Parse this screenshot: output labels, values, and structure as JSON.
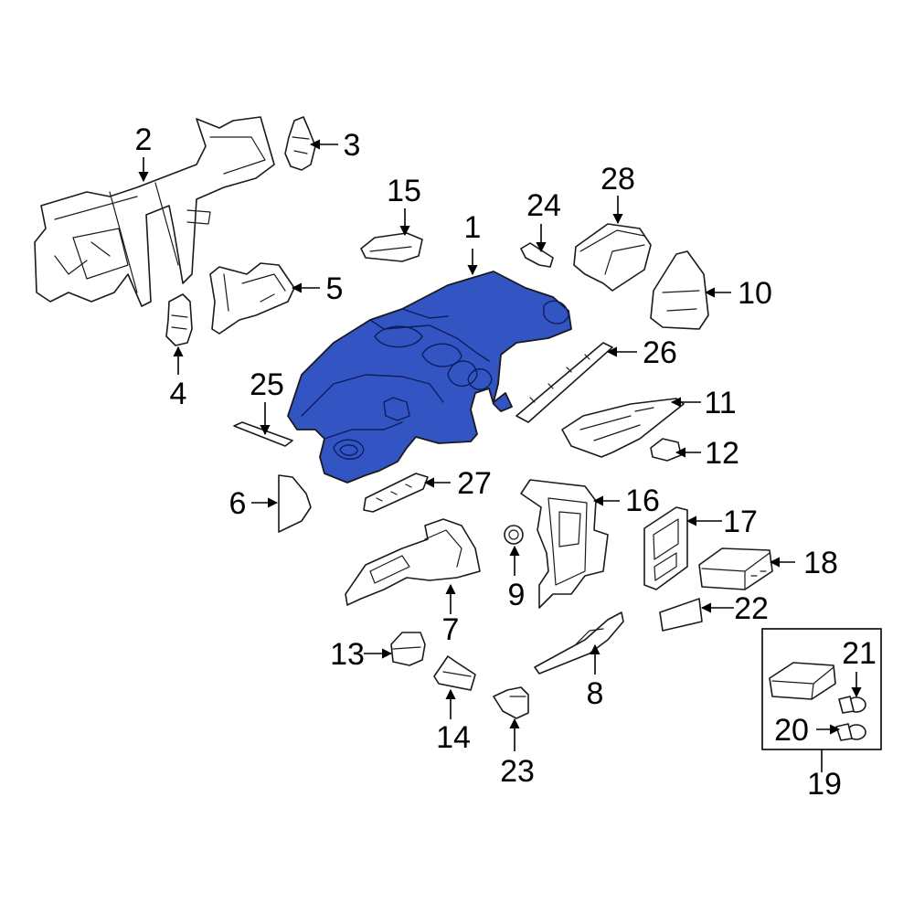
{
  "colors": {
    "highlight": "#3355c4",
    "outline": "#1a1a1a",
    "background": "#ffffff"
  },
  "highlighted_part": "1",
  "callouts": {
    "c1": "1",
    "c2": "2",
    "c3": "3",
    "c4": "4",
    "c5": "5",
    "c6": "6",
    "c7": "7",
    "c8": "8",
    "c9": "9",
    "c10": "10",
    "c11": "11",
    "c12": "12",
    "c13": "13",
    "c14": "14",
    "c15": "15",
    "c16": "16",
    "c17": "17",
    "c18": "18",
    "c19": "19",
    "c20": "20",
    "c21": "21",
    "c22": "22",
    "c23": "23",
    "c24": "24",
    "c25": "25",
    "c26": "26",
    "c27": "27",
    "c28": "28"
  }
}
